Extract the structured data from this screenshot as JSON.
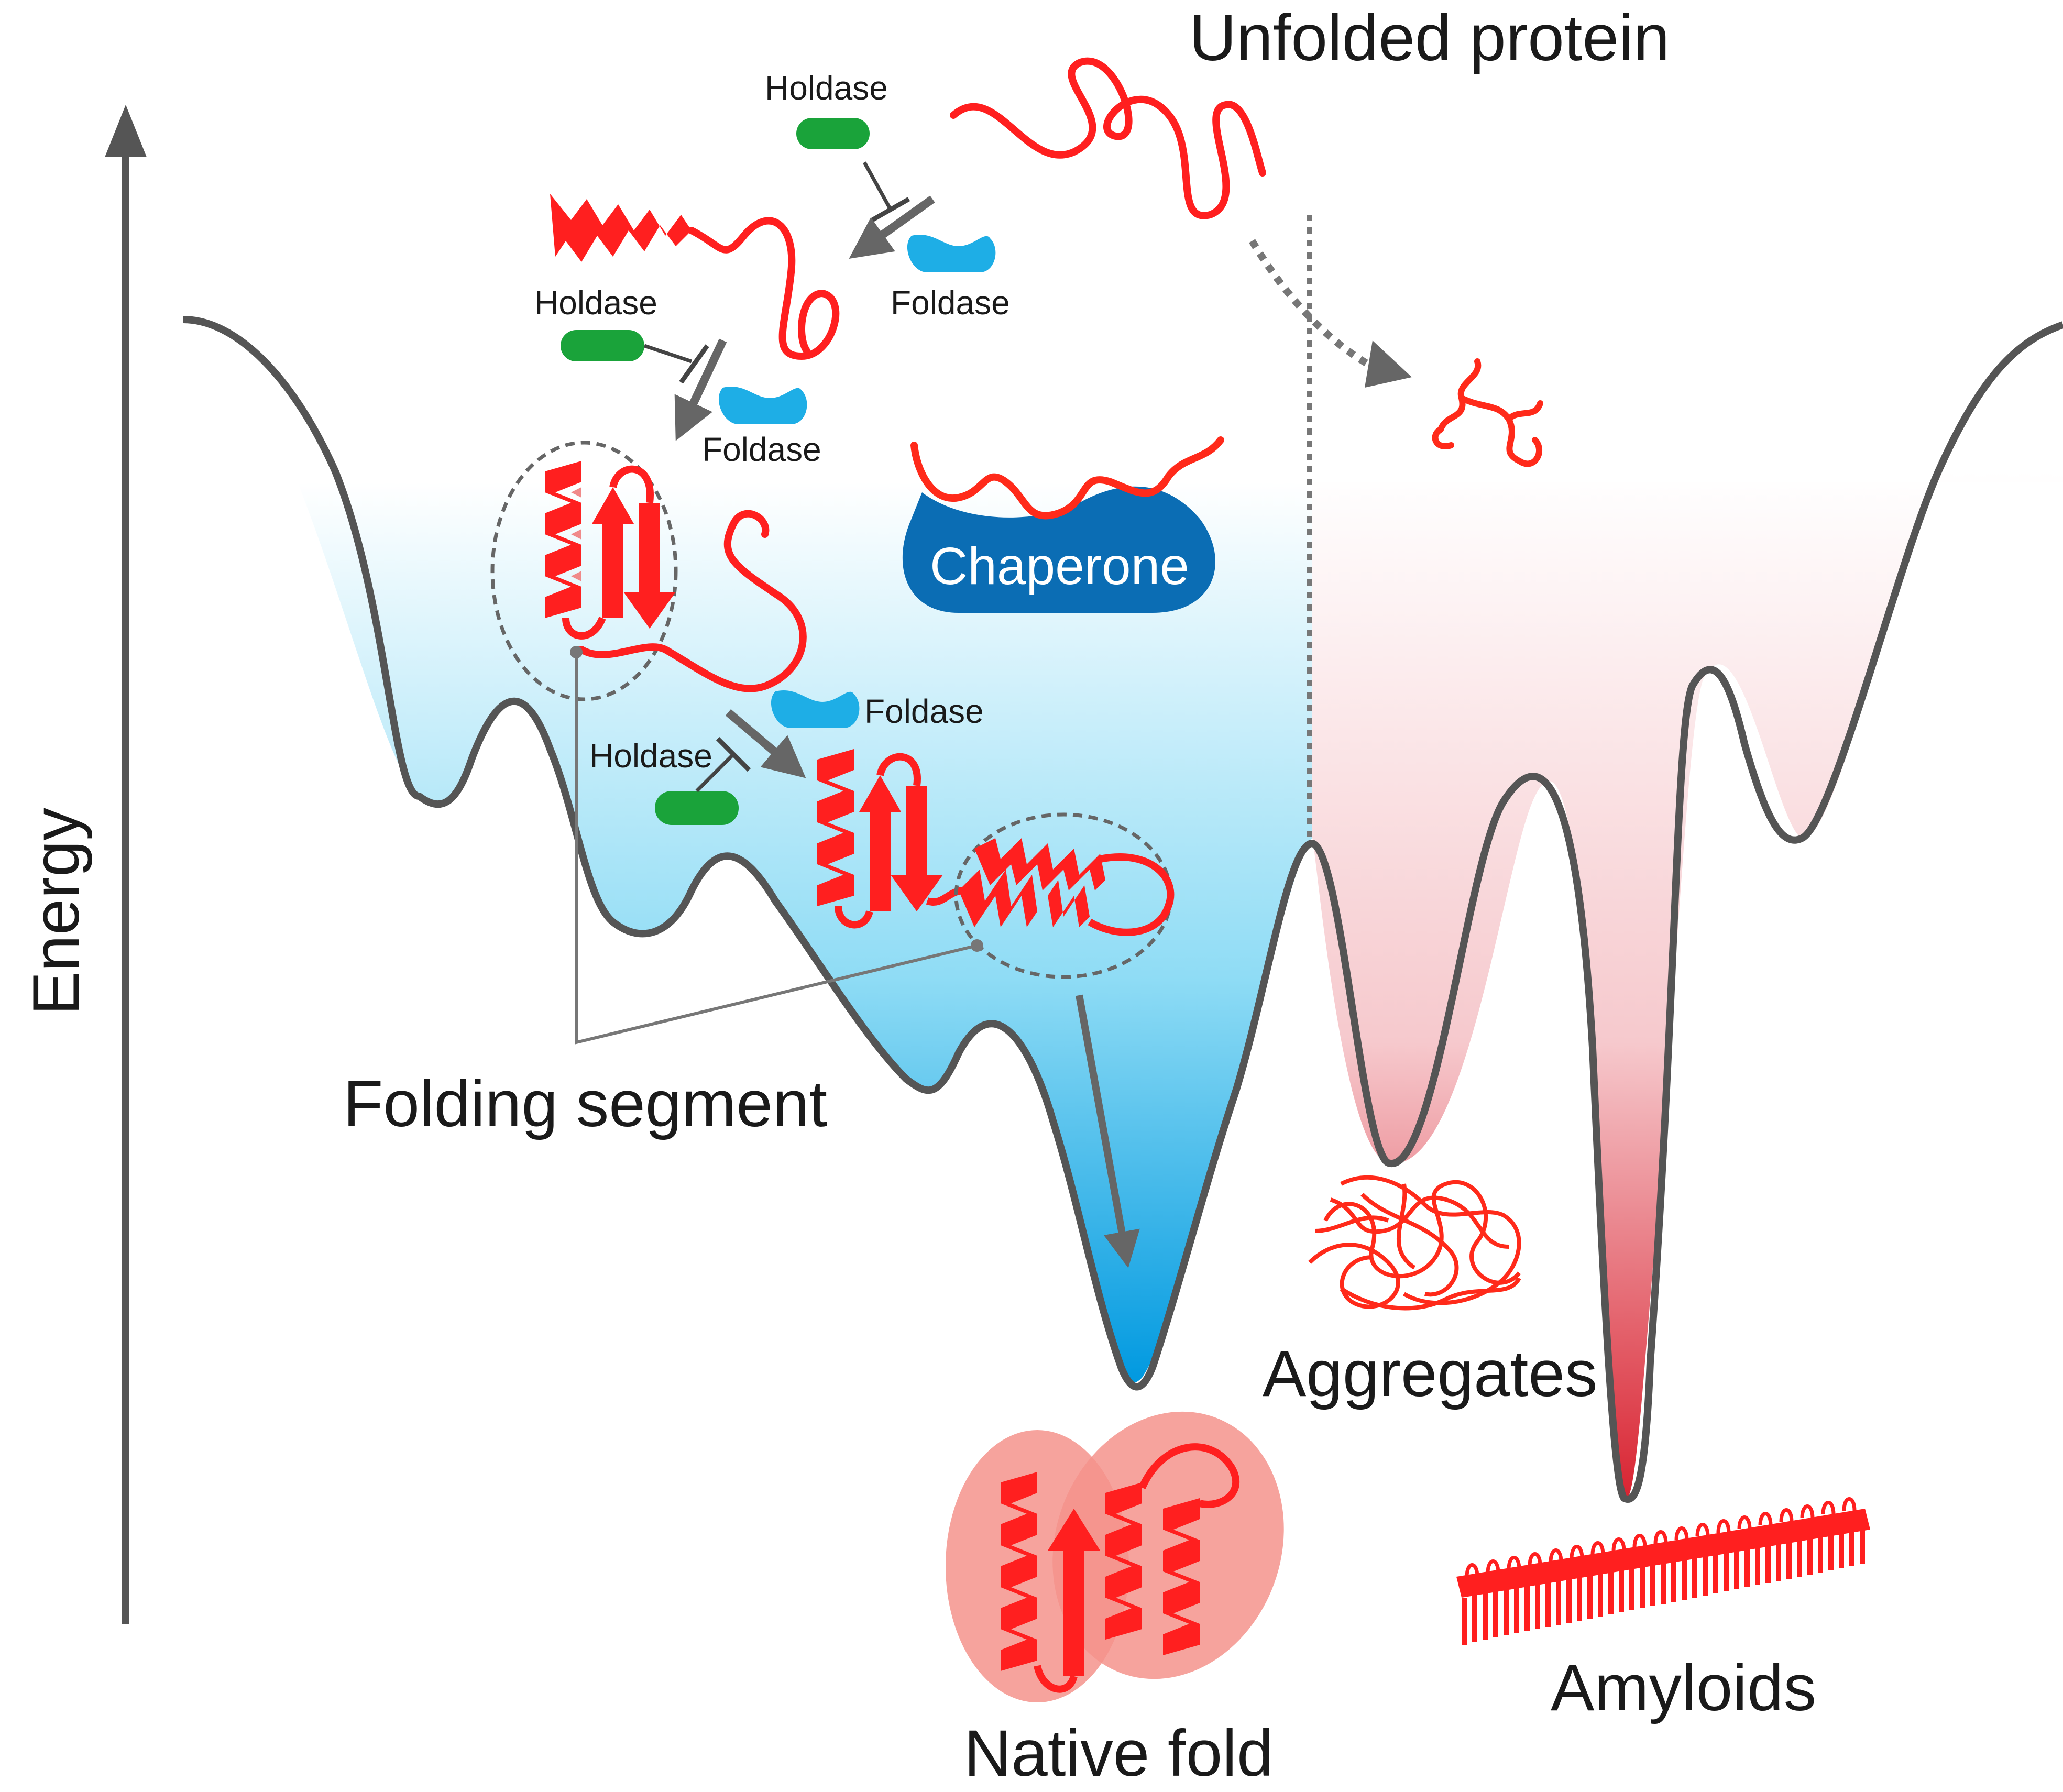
{
  "axis": {
    "label": "Energy"
  },
  "labels": {
    "unfolded": "Unfolded protein",
    "folding_segment": "Folding segment",
    "native_fold": "Native fold",
    "aggregates": "Aggregates",
    "amyloids": "Amyloids",
    "chaperone": "Chaperone"
  },
  "chaperones": {
    "holdase_1": "Holdase",
    "holdase_2": "Holdase",
    "holdase_3": "Holdase",
    "foldase_1": "Foldase",
    "foldase_2": "Foldase",
    "foldase_3": "Foldase"
  },
  "colors": {
    "protein": "#ff1f1f",
    "protein_light": "#f08a8a",
    "holdase": "#1aa33a",
    "foldase": "#1eaee6",
    "chaperone_body": "#0b6db4",
    "curve": "#555555",
    "arrow": "#666666",
    "left_well_top": "#ffffff",
    "left_well_bottom": "#00a0e6",
    "right_well_bottom": "#e0303c"
  },
  "icons": {
    "holdase": "green-capsule",
    "foldase": "blue-cupped-capsule",
    "inhibition": "t-bar-inhibition",
    "folding": "red-helix-and-sheet"
  }
}
